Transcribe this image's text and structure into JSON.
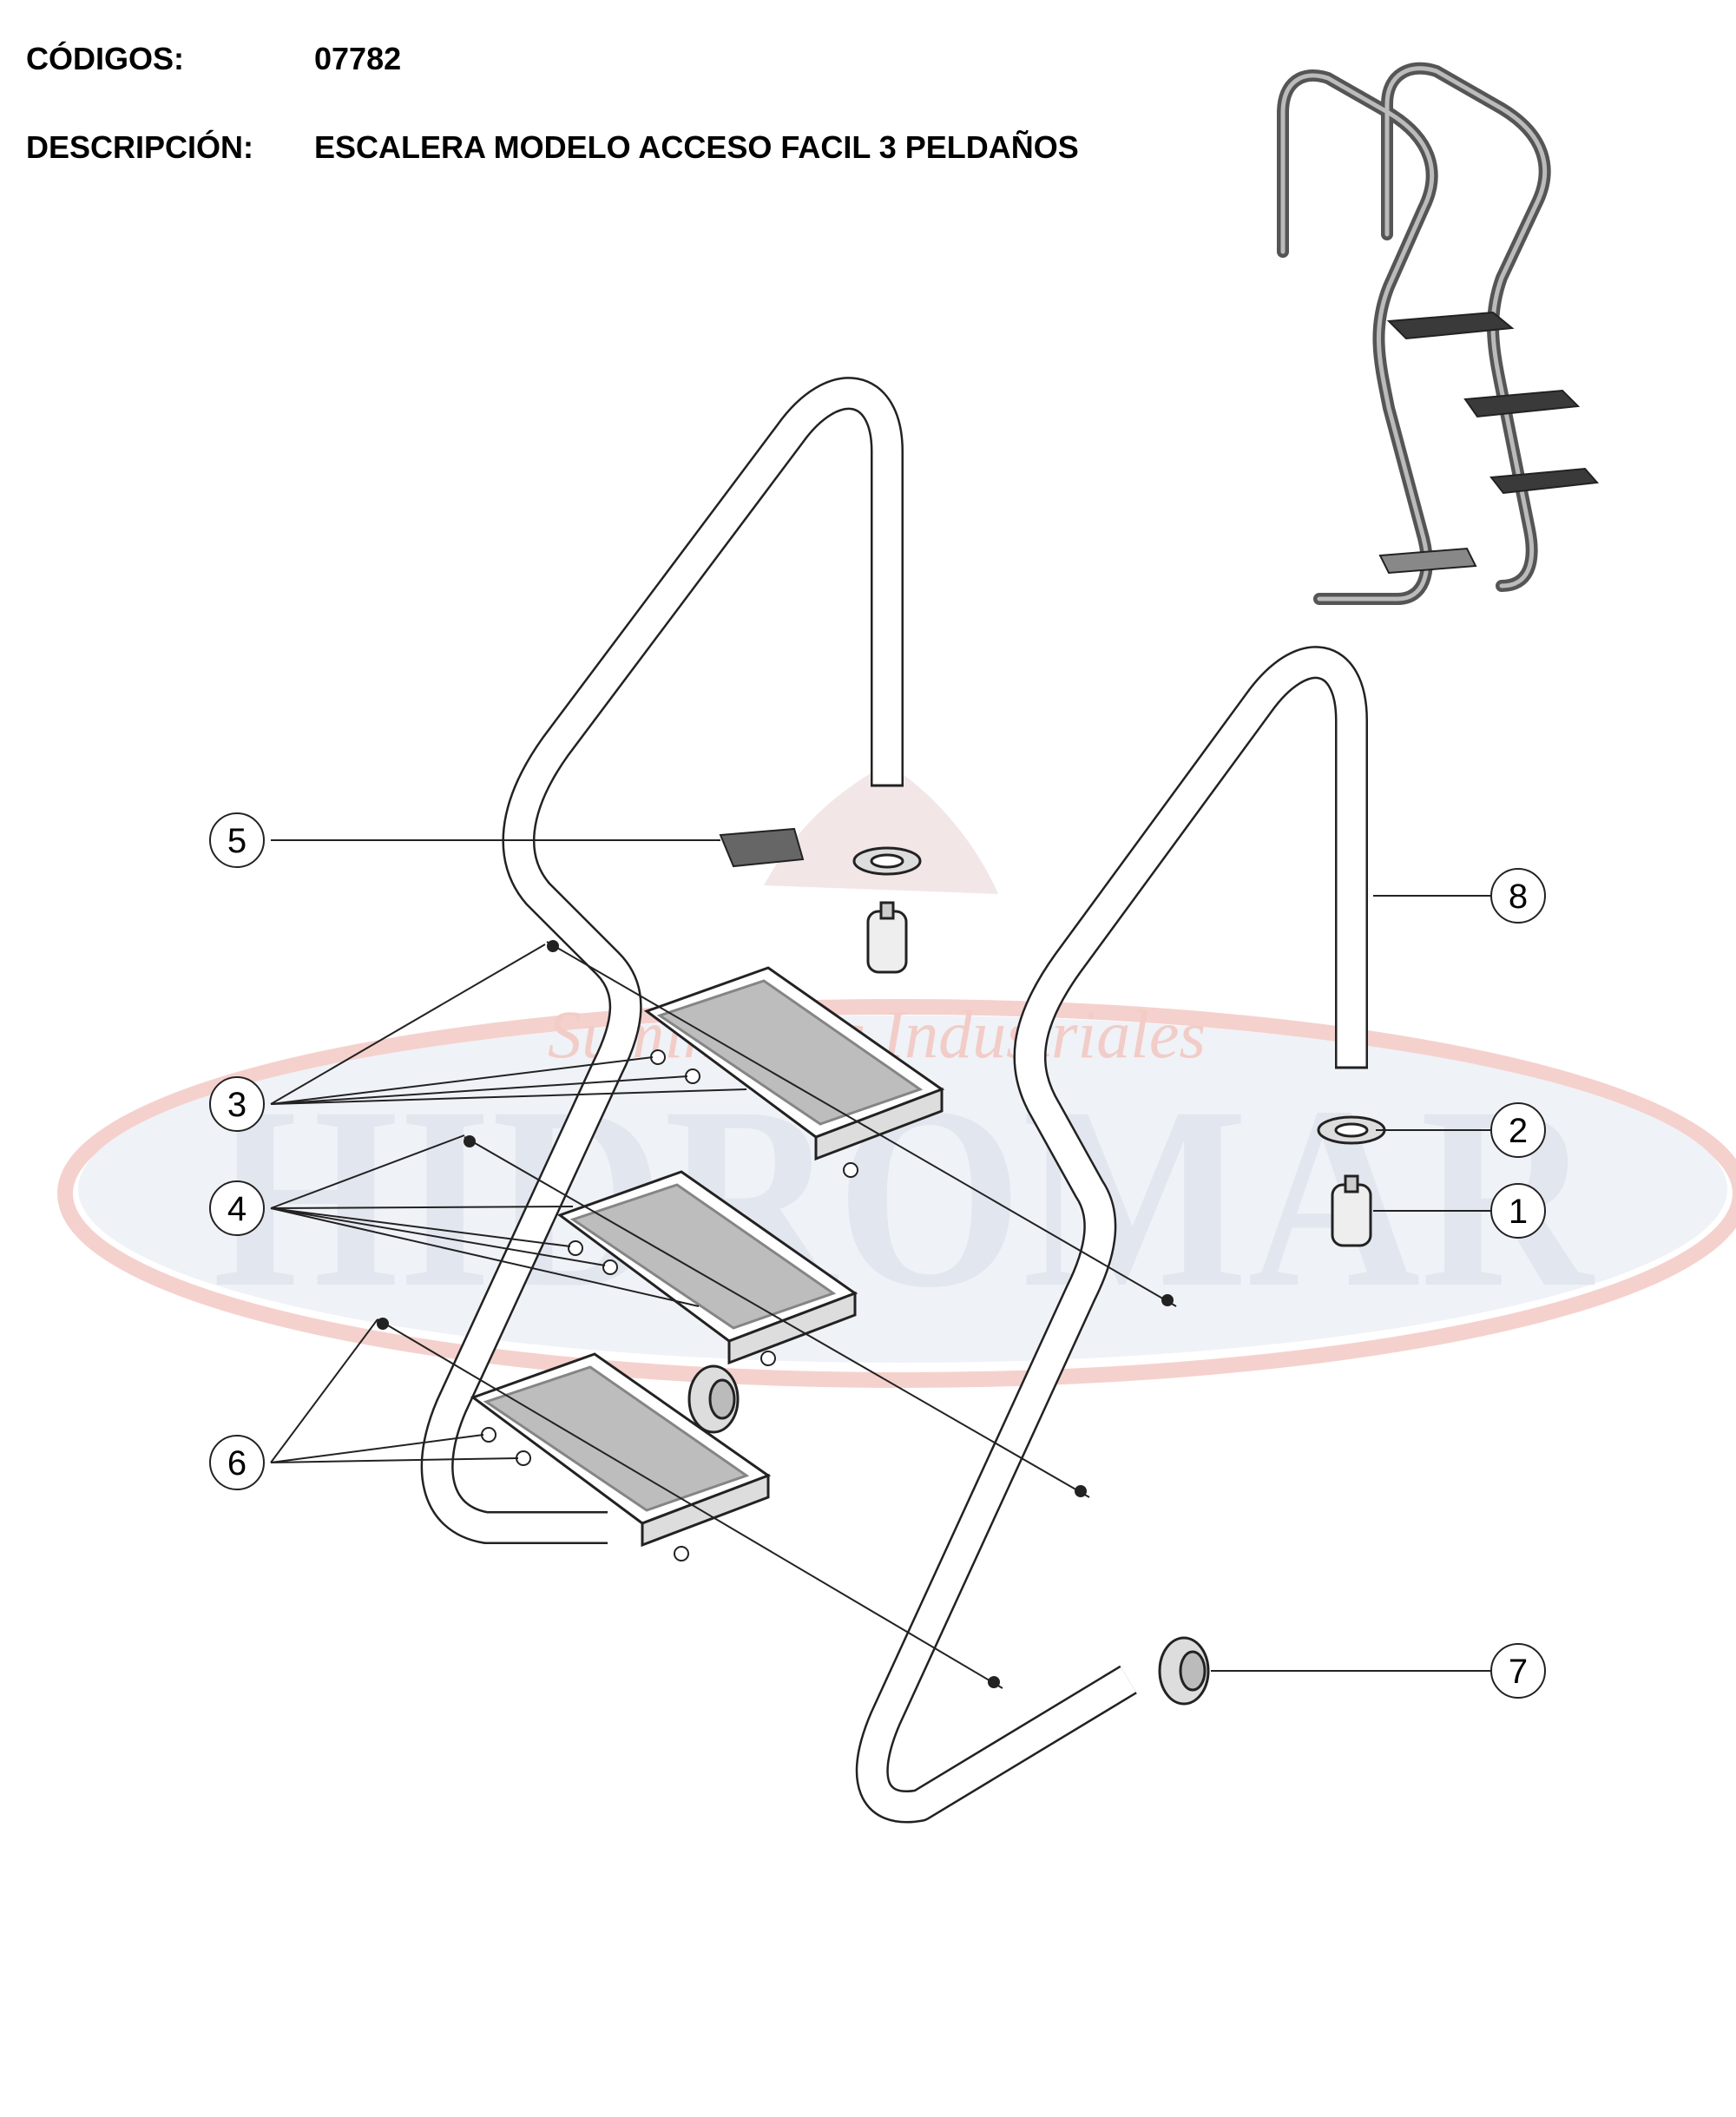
{
  "header": {
    "codes_label": "CÓDIGOS:",
    "codes_value": "07782",
    "description_label": "DESCRIPCIÓN:",
    "description_value": "ESCALERA MODELO ACCESO FACIL 3 PELDAÑOS"
  },
  "watermark": {
    "brand": "HIDROMAR",
    "tagline": "Suministros Industriales"
  },
  "callouts": [
    {
      "id": "1",
      "label": "1"
    },
    {
      "id": "2",
      "label": "2"
    },
    {
      "id": "3",
      "label": "3"
    },
    {
      "id": "4",
      "label": "4"
    },
    {
      "id": "5",
      "label": "5"
    },
    {
      "id": "6",
      "label": "6"
    },
    {
      "id": "7",
      "label": "7"
    },
    {
      "id": "8",
      "label": "8"
    }
  ],
  "colors": {
    "watermark_blue": "#dfe4ee",
    "watermark_red": "#f4cdc8",
    "line": "#222222"
  }
}
